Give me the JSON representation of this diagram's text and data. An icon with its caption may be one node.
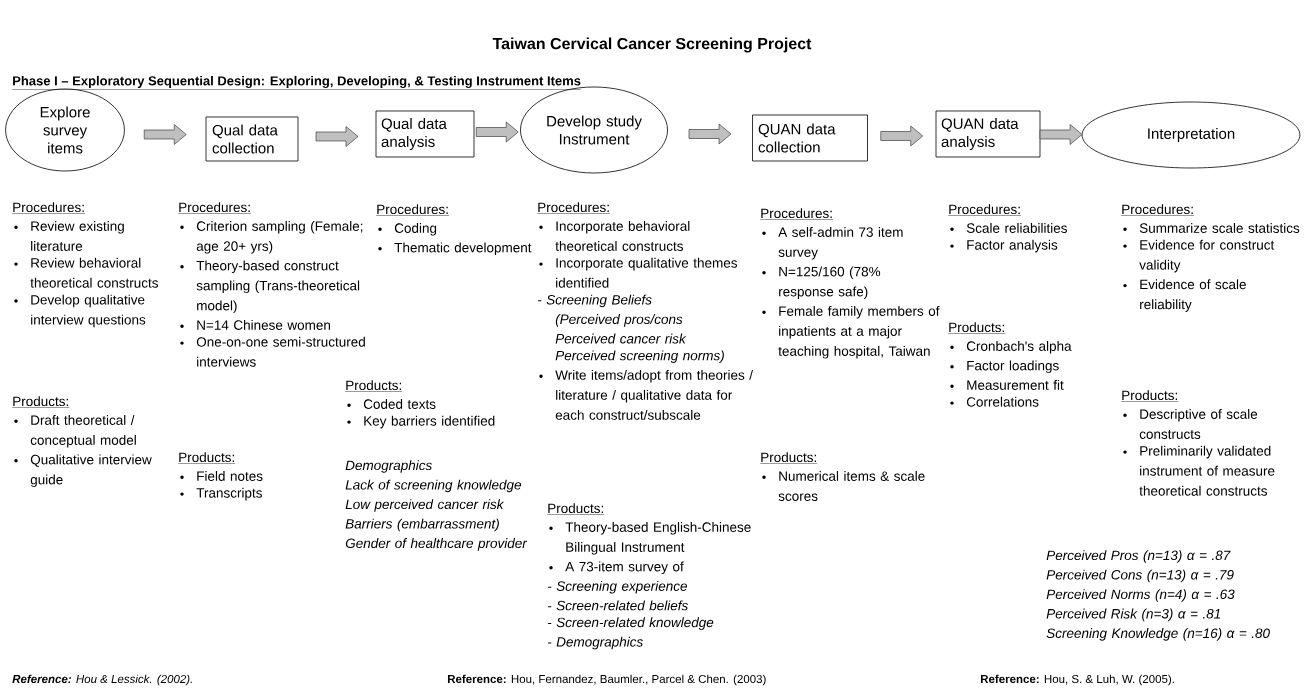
{
  "diagram": {
    "title": "Taiwan Cervical Cancer Screening Project",
    "nodes": [
      {
        "text": [
          "Explore survey items"
        ],
        "beside": [
          "Procedures:",
          "Review existing literature",
          "Review behavioral theoretical constructs",
          "Develop qualitative interview questions",
          "Products:",
          "Draft theoretical / conceptual model",
          "Qualitative interview guide"
        ]
      },
      {
        "text": [
          "Qual data collection"
        ],
        "beside": [
          "Procedures:",
          "Criterion sampling (Female; age 20+ yrs)",
          "Theory-based construct sampling (Trans-theoretical model)",
          "N=14 Chinese women",
          "One-on-one semi-structured interviews",
          "Products:",
          "Field notes",
          "Transcripts"
        ]
      },
      {
        "text": [
          "Qual data analysis"
        ],
        "beside": [
          "Procedures:",
          "Coding",
          "Thematic development",
          "Products:",
          "Coded texts",
          "Key barriers identified",
          "Demographics",
          "Lack of screening knowledge",
          "Low perceived cancer risk",
          "Barriers (embarrassment)",
          "Gender of healthcare provider"
        ]
      },
      {
        "text": [
          "Develop study Instrument"
        ],
        "beside": [
          "Procedures:",
          "Incorporate behavioral theoretical constructs",
          "Incorporate qualitative themes identified",
          "- Screening Beliefs",
          "(Perceived pros/cons",
          "Perceived cancer risk",
          "Perceived screening norms)",
          "Write items/adopt from theories / literature / qualitative data for each construct/subscale",
          "Products:",
          "Theory-based English-Chinese Bilingual Instrument",
          "A 73-item survey of",
          "- Screening experience",
          "- Screen-related beliefs",
          "- Screen-related knowledge",
          "- Demographics"
        ]
      },
      {
        "text": [
          "QUAN data collection"
        ],
        "beside": [
          "Procedures:",
          "A self-admin 73 item survey",
          "N=125/160 (78% response safe)",
          "Female family members of inpatients at a major teaching hospital, Taiwan",
          "Products:",
          "Numerical items & scale scores"
        ]
      },
      {
        "text": [
          "QUAN data analysis"
        ],
        "beside": [
          "Procedures:",
          "Scale reliabilities",
          "Factor analysis",
          "Products:",
          "Cronbach's alpha",
          "Factor loadings",
          "Measurement fit",
          "Correlations"
        ]
      },
      {
        "text": [
          "Interpretation"
        ],
        "beside": [
          "Procedures:",
          "Summarize scale statistics",
          "Evidence for construct validity",
          "Evidence of scale reliability",
          "Products:",
          "Descriptive of scale constructs",
          "Preliminarily validated instrument of measure theoretical constructs",
          "Perceived Pros (n=13) α = .87",
          "Perceived Cons (n=13) α = .79",
          "Perceived Norms (n=4) α = .63",
          "Perceived Risk (n=3) α = .81",
          "Screening Knowledge (n=16) α = .80"
        ]
      }
    ],
    "edges": [
      {
        "from": 0,
        "to": 1,
        "arrow": "to"
      },
      {
        "from": 1,
        "to": 2,
        "arrow": "to"
      },
      {
        "from": 2,
        "to": 3,
        "arrow": "to"
      },
      {
        "from": 3,
        "to": 4,
        "arrow": "to"
      },
      {
        "from": 4,
        "to": 5,
        "arrow": "to"
      },
      {
        "from": 5,
        "to": 6,
        "arrow": "to"
      }
    ],
    "labels": [
      "Phase I – Exploratory Sequential Design: Exploring, Developing, & Testing Instrument Items",
      "**Reference:** Hou & Lessick. (2002).",
      "**Reference:** Hou, Fernandez, Baumler., Parcel & Chen. (2003)",
      "**Reference:** Hou, S. & Luh, W. (2005)."
    ]
  }
}
